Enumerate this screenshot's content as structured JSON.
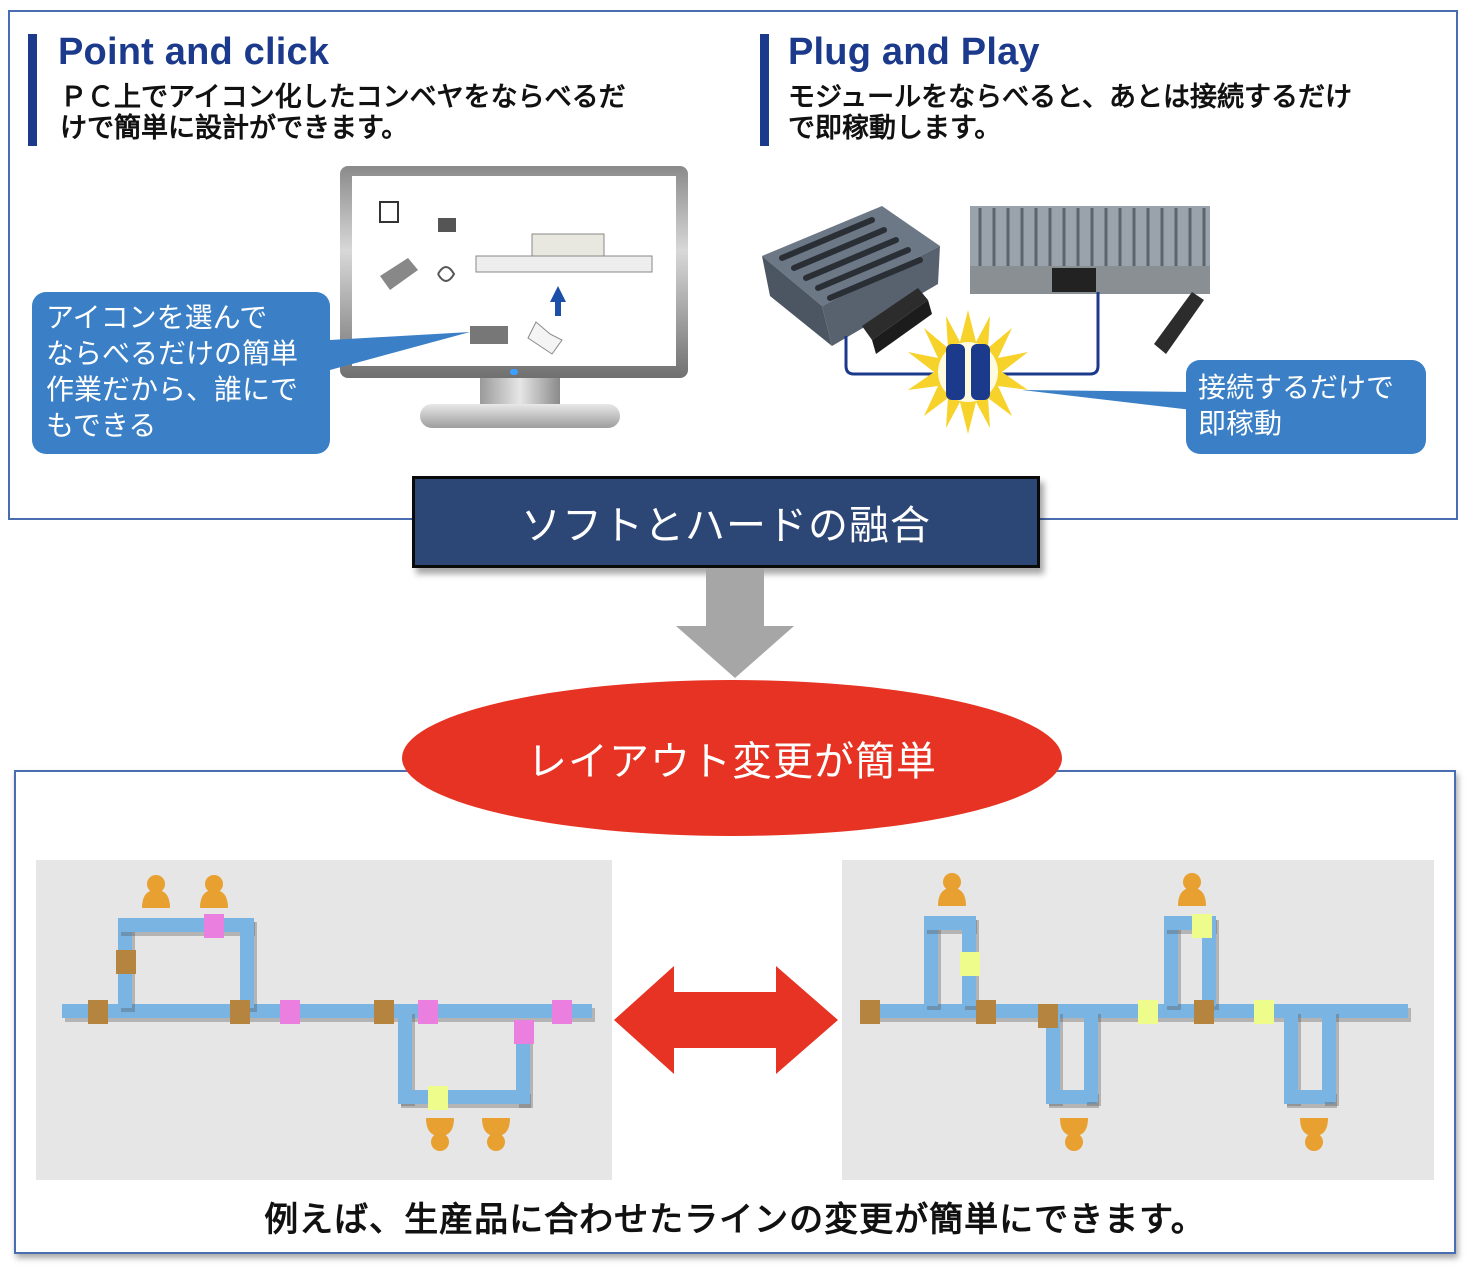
{
  "sections": [
    {
      "title": "Point and click",
      "description_lines": [
        "ＰＣ上でアイコン化したコンベヤをならべるだ",
        "けで簡単に設計ができます。"
      ],
      "callout_lines": [
        "アイコンを選んで",
        "ならべるだけの簡単",
        "作業だから、誰にで",
        "もできる"
      ]
    },
    {
      "title": "Plug and Play",
      "description_lines": [
        "モジュールをならべると、あとは接続するだけ",
        "で即稼動します。"
      ],
      "callout_lines": [
        "接続するだけで",
        "即稼動"
      ]
    }
  ],
  "fusion_label": "ソフトとハードの融合",
  "result_label": "レイアウト変更が簡単",
  "footer": "例えば、生産品に合わせたラインの変更が簡単にできます。",
  "colors": {
    "heading_blue": "#1c3a8c",
    "panel_border": "#4a6cb0",
    "callout_blue": "#3b80c6",
    "fusion_navy": "#2c4776",
    "result_red": "#e63323",
    "conveyor_blue": "#7ab4e2",
    "module_brown": "#b5853f",
    "module_pink": "#ea7fe0",
    "module_yellow": "#eefc8c",
    "worker_orange": "#e8a030"
  },
  "layouts": {
    "before": {
      "label": "before-layout",
      "workers": 4,
      "loops": 2
    },
    "after": {
      "label": "after-layout",
      "workers": 4,
      "loops": 4
    }
  }
}
